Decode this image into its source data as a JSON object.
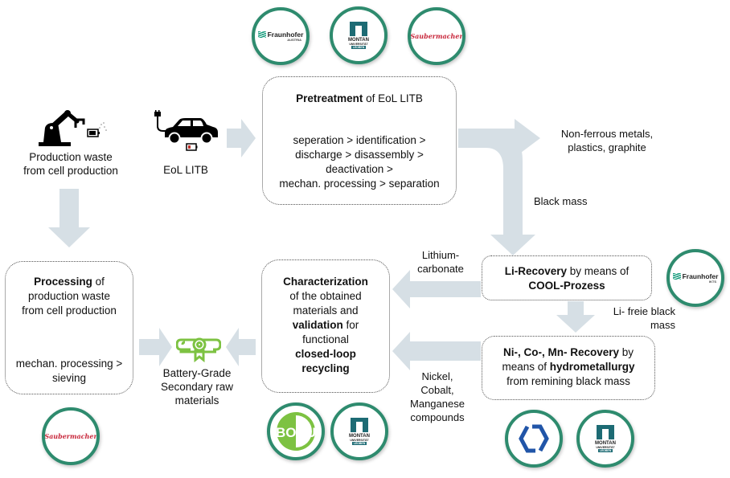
{
  "diagram": {
    "colors": {
      "arrow": "#d6dfe5",
      "logo_ring": "#2e8b6e",
      "icon_green": "#7dc242",
      "saubermacher_red": "#c8283c",
      "montan_teal": "#1d6b74"
    },
    "sources": {
      "production_waste": {
        "icon": "robot-arm-icon",
        "label_line1": "Production waste",
        "label_line2": "from cell production"
      },
      "eol_litb": {
        "icon": "electric-car-icon",
        "label": "EoL LITB"
      }
    },
    "pretreatment": {
      "title_bold": "Pretreatment",
      "title_rest": " of EoL LITB",
      "steps_line1": "seperation > identification >",
      "steps_line2": "discharge > disassembly >",
      "steps_line3": "deactivation >",
      "steps_line4": "mechan. processing > separation"
    },
    "outputs": {
      "non_ferrous_line1": "Non-ferrous metals,",
      "non_ferrous_line2": "plastics, graphite",
      "black_mass": "Black mass",
      "lithium_line1": "Lithium-",
      "lithium_line2": "carbonate",
      "li_free_line1": "Li- freie black",
      "li_free_line2": "mass",
      "nickel_line1": "Nickel,",
      "nickel_line2": "Cobalt,",
      "nickel_line3": "Manganese",
      "nickel_line4": "compounds"
    },
    "li_recovery": {
      "title_bold": "Li-Recovery",
      "title_rest": " by means of",
      "process_bold": "COOL-Prozess"
    },
    "ni_co_mn_recovery": {
      "title_bold": "Ni-, Co-, Mn- Recovery",
      "title_rest": " by",
      "line2_rest": "means of ",
      "line2_bold": "hydrometallurgy",
      "line3": "from remining black mass"
    },
    "characterization": {
      "line1_bold": "Characterization",
      "line2": "of the obtained",
      "line3": "materials and",
      "line4_bold": "validation",
      "line4_rest": " for",
      "line5": "functional",
      "line6_bold": "closed-loop",
      "line7_bold": "recycling"
    },
    "processing": {
      "title_bold": "Processing",
      "title_rest": " of",
      "line2": "production  waste",
      "line3": "from  cell production",
      "steps_line1": "mechan. processing >",
      "steps_line2": "sieving"
    },
    "product": {
      "icon": "certificate-scroll-icon",
      "line1": "Battery-Grade",
      "line2": "Secondary raw",
      "line3": "materials"
    },
    "logos": {
      "fraunhofer_austria": {
        "name": "Fraunhofer",
        "sub": "AUSTRIA"
      },
      "fraunhofer_ikts": {
        "name": "Fraunhofer",
        "sub": "IKTS"
      },
      "montan": {
        "line1": "MONTAN",
        "line2": "UNIVERSITÄT",
        "line3": "LEOBEN"
      },
      "saubermacher": {
        "name": "Saubermacher"
      },
      "boku": {
        "name": "BOKU"
      }
    }
  }
}
